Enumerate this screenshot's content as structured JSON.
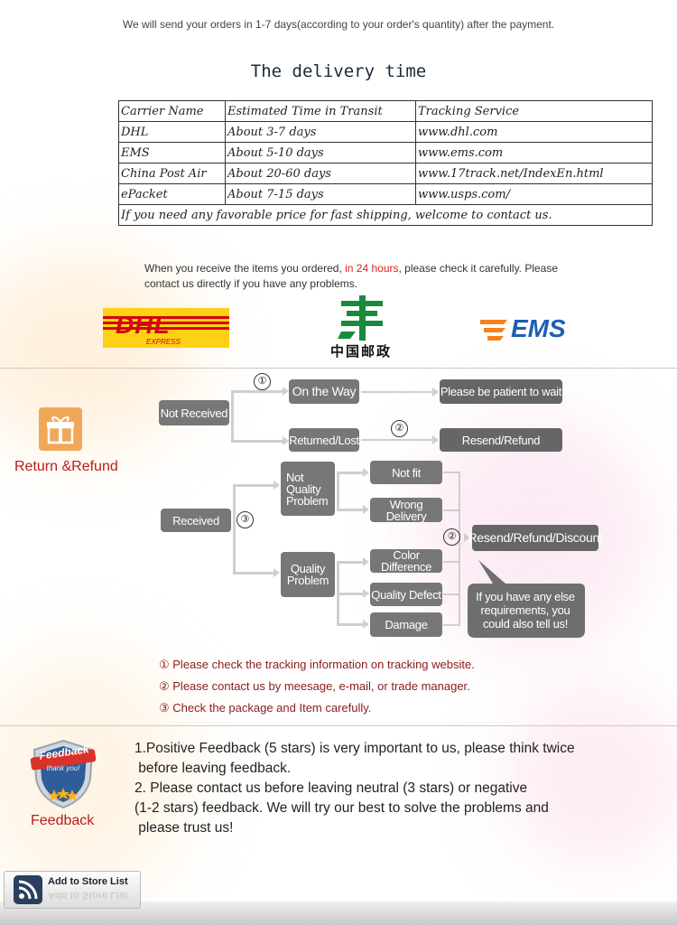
{
  "intro": "We will send your orders in 1-7 days(according to your order's quantity) after the payment.",
  "delivery_title": "The delivery time",
  "table": {
    "headers": [
      "Carrier Name",
      "Estimated Time in Transit",
      "Tracking Service"
    ],
    "rows": [
      [
        "DHL",
        "About 3-7 days",
        "www.dhl.com"
      ],
      [
        "EMS",
        "About 5-10 days",
        "www.ems.com"
      ],
      [
        "China Post Air",
        "About 20-60 days",
        "www.17track.net/IndexEn.html"
      ],
      [
        "ePacket",
        "About 7-15 days",
        "www.usps.com/"
      ]
    ],
    "footer": "If you need any favorable price for fast shipping, welcome to contact us."
  },
  "notice": {
    "before": "When you receive the items you ordered, ",
    "highlight": "in 24 hours",
    "after": ", please check it carefully. Please contact us directly if you have any problems."
  },
  "logos": {
    "dhl_word": "DHL",
    "dhl_sub": "EXPRESS",
    "chinapost_label": "中国邮政",
    "ems_word": "EMS"
  },
  "return_refund": {
    "section_label": "Return &Refund",
    "not_received": "Not Received",
    "on_the_way": "On the Way",
    "returned_lost": "Returned/Lost",
    "be_patient": "Please be patient to wait",
    "resend_refund": "Resend/Refund",
    "received": "Received",
    "not_quality_problem": "Not Quality Problem",
    "quality_problem": "Quality Problem",
    "not_fit": "Not fit",
    "wrong_delivery": "Wrong Delivery",
    "color_difference": "Color Difference",
    "quality_defect": "Quality Defect",
    "damage": "Damage",
    "resend_refund_discount": "Resend/Refund/Discount",
    "other_requirements": "If you have any else requirements, you could also tell us!",
    "num1": "①",
    "num2": "②",
    "num3": "③"
  },
  "notes": [
    "① Please check the tracking information on tracking website.",
    "② Please contact us by meesage, e-mail, or trade manager.",
    "③ Check the package and Item carefully."
  ],
  "feedback": {
    "section_label": "Feedback",
    "badge_title": "Feedback",
    "badge_sub": "thank you!",
    "text1a": "1.Positive Feedback (5 stars) is very important to us, please think twice",
    "text1b": " before leaving feedback.",
    "text2a": "2. Please contact us before leaving neutral (3 stars) or negative",
    "text2b": "(1-2 stars) feedback. We will try our best to solve the problems and",
    "text2c": " please trust us!"
  },
  "store_button": "Add to Store List",
  "colors": {
    "accent_red": "#b81c1c",
    "highlight_red": "#e02020",
    "dhl_yellow": "#fcd116",
    "dhl_red": "#d40511",
    "ems_blue": "#1e5fb4",
    "chinapost_green": "#1a8a3c",
    "box_gray": "#777777"
  }
}
